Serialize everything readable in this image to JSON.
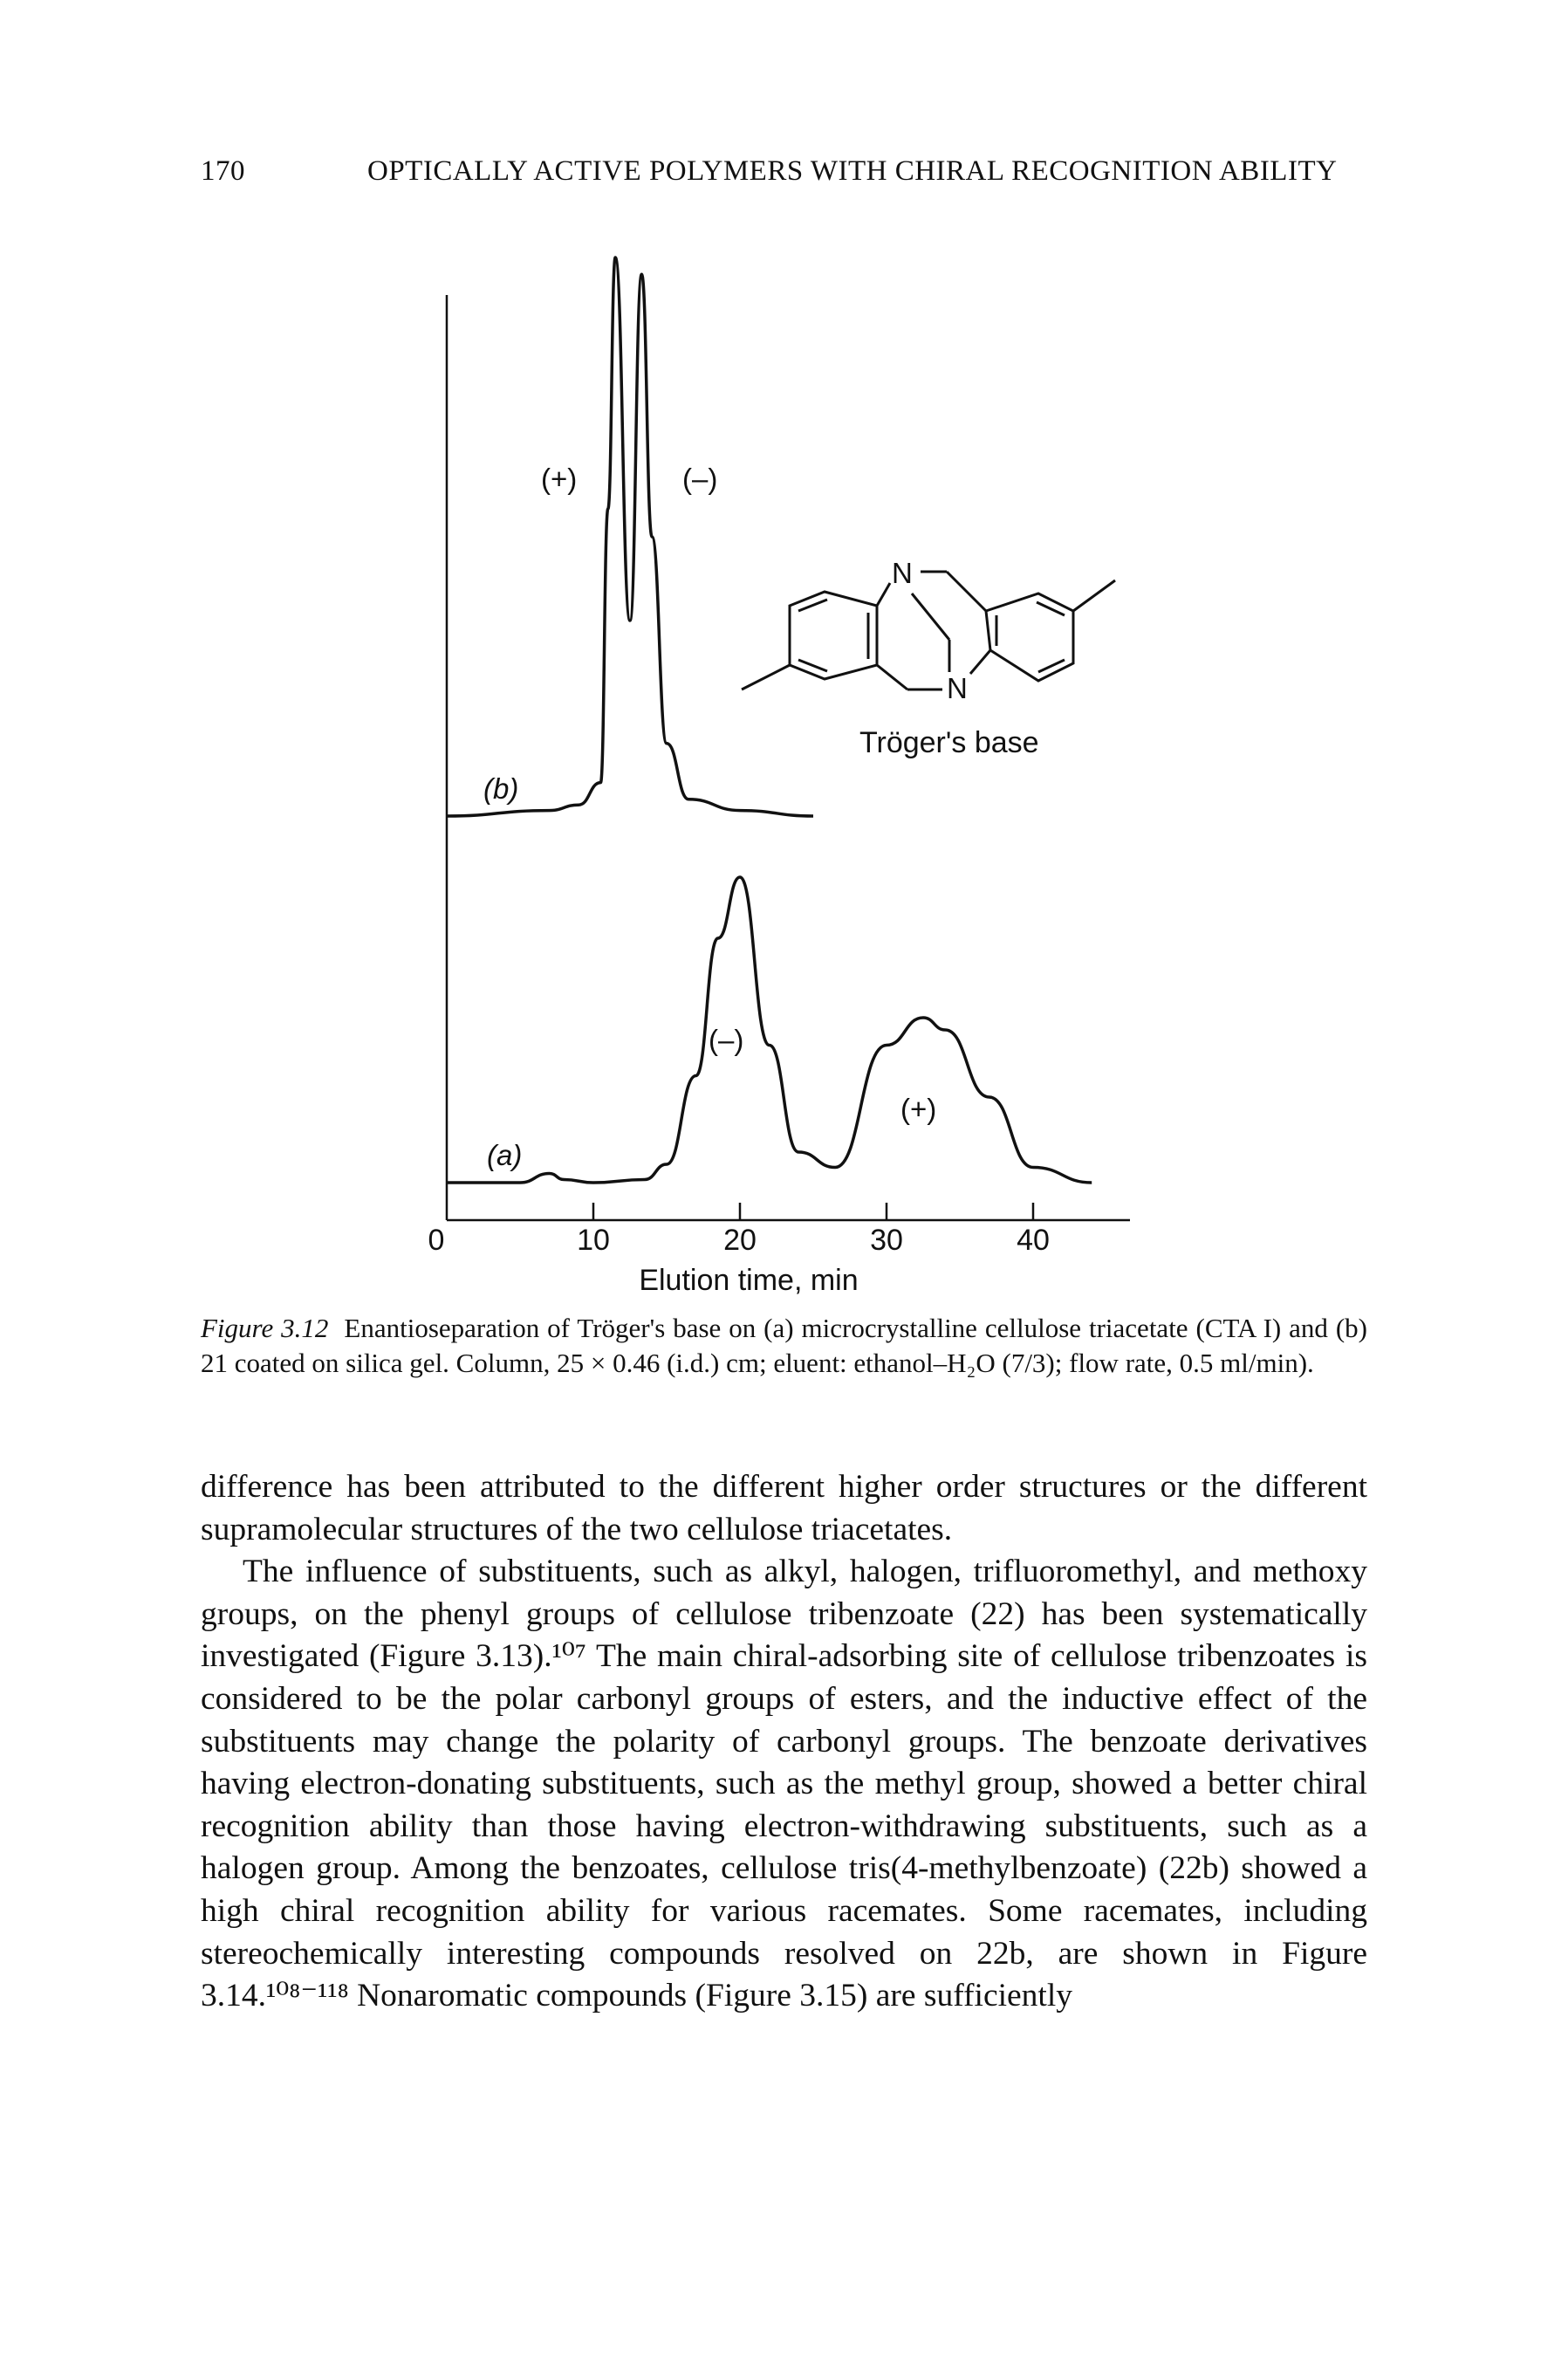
{
  "header": {
    "page_number": "170",
    "running_title": "OPTICALLY ACTIVE POLYMERS WITH CHIRAL RECOGNITION ABILITY"
  },
  "figure": {
    "trace_b_label": "(b)",
    "trace_a_label": "(a)",
    "peak_b_first": "(+)",
    "peak_b_second": "(–)",
    "peak_a_first": "(–)",
    "peak_a_second": "(+)",
    "structure_label": "Tröger's base",
    "atom_n_top": "N",
    "atom_n_bottom": "N",
    "x_ticks": [
      "0",
      "10",
      "20",
      "30",
      "40"
    ],
    "x_axis_label": "Elution time, min"
  },
  "chart_data": {
    "type": "line",
    "xlabel": "Elution time, min",
    "ylabel": "",
    "xlim": [
      0,
      45
    ],
    "x_ticks": [
      0,
      10,
      20,
      30,
      40
    ],
    "grid": false,
    "series": [
      {
        "name": "(b)",
        "x": [
          0,
          7.0,
          9.0,
          10.5,
          11.0,
          11.5,
          12.5,
          13.3,
          14.0,
          15.0,
          16.5,
          20.0,
          25.0
        ],
        "y": [
          0.0,
          0.01,
          0.02,
          0.06,
          0.55,
          1.0,
          0.35,
          0.97,
          0.5,
          0.13,
          0.03,
          0.01,
          0.0
        ]
      },
      {
        "name": "(a)",
        "x": [
          0,
          5.0,
          7.0,
          8.0,
          10.0,
          13.5,
          15.0,
          17.0,
          18.5,
          20.0,
          22.0,
          24.0,
          26.5,
          30.0,
          32.5,
          34.0,
          37.0,
          40.0,
          44.0
        ],
        "y": [
          0.0,
          0.0,
          0.03,
          0.01,
          0.0,
          0.01,
          0.06,
          0.35,
          0.8,
          1.0,
          0.45,
          0.1,
          0.05,
          0.45,
          0.54,
          0.5,
          0.28,
          0.05,
          0.0
        ]
      }
    ],
    "annotations": [
      "(+)",
      "(–)",
      "(–)",
      "(+)",
      "Tröger's base"
    ]
  },
  "caption": {
    "label": "Figure 3.12",
    "text": "Enantioseparation of Tröger's base on (a) microcrystalline cellulose triacetate (CTA I) and (b) 21 coated on silica gel. Column, 25 × 0.46 (i.d.) cm; eluent: ethanol–H₂O (7/3); flow rate, 0.5 ml/min)."
  },
  "body": {
    "paragraph_1": "difference has been attributed to the different higher order structures or the different supramolecular structures of the two cellulose triacetates.",
    "paragraph_2": "The influence of substituents, such as alkyl, halogen, trifluoromethyl, and methoxy groups, on the phenyl groups of cellulose tribenzoate (22) has been systematically investigated (Figure 3.13).¹⁰⁷ The main chiral-adsorbing site of cellulose tribenzoates is considered to be the polar carbonyl groups of esters, and the inductive effect of the substituents may change the polarity of carbonyl groups. The benzoate derivatives having electron-donating substituents, such as the methyl group, showed a better chiral recognition ability than those having electron-withdrawing substituents, such as a halogen group. Among the benzoates, cellulose tris(4-methylbenzoate) (22b) showed a high chiral recognition ability for various racemates. Some racemates, including stereochemically interesting compounds resolved on 22b, are shown in Figure 3.14.¹⁰⁸⁻¹¹⁸ Nonaromatic compounds (Figure 3.15) are sufficiently"
  }
}
